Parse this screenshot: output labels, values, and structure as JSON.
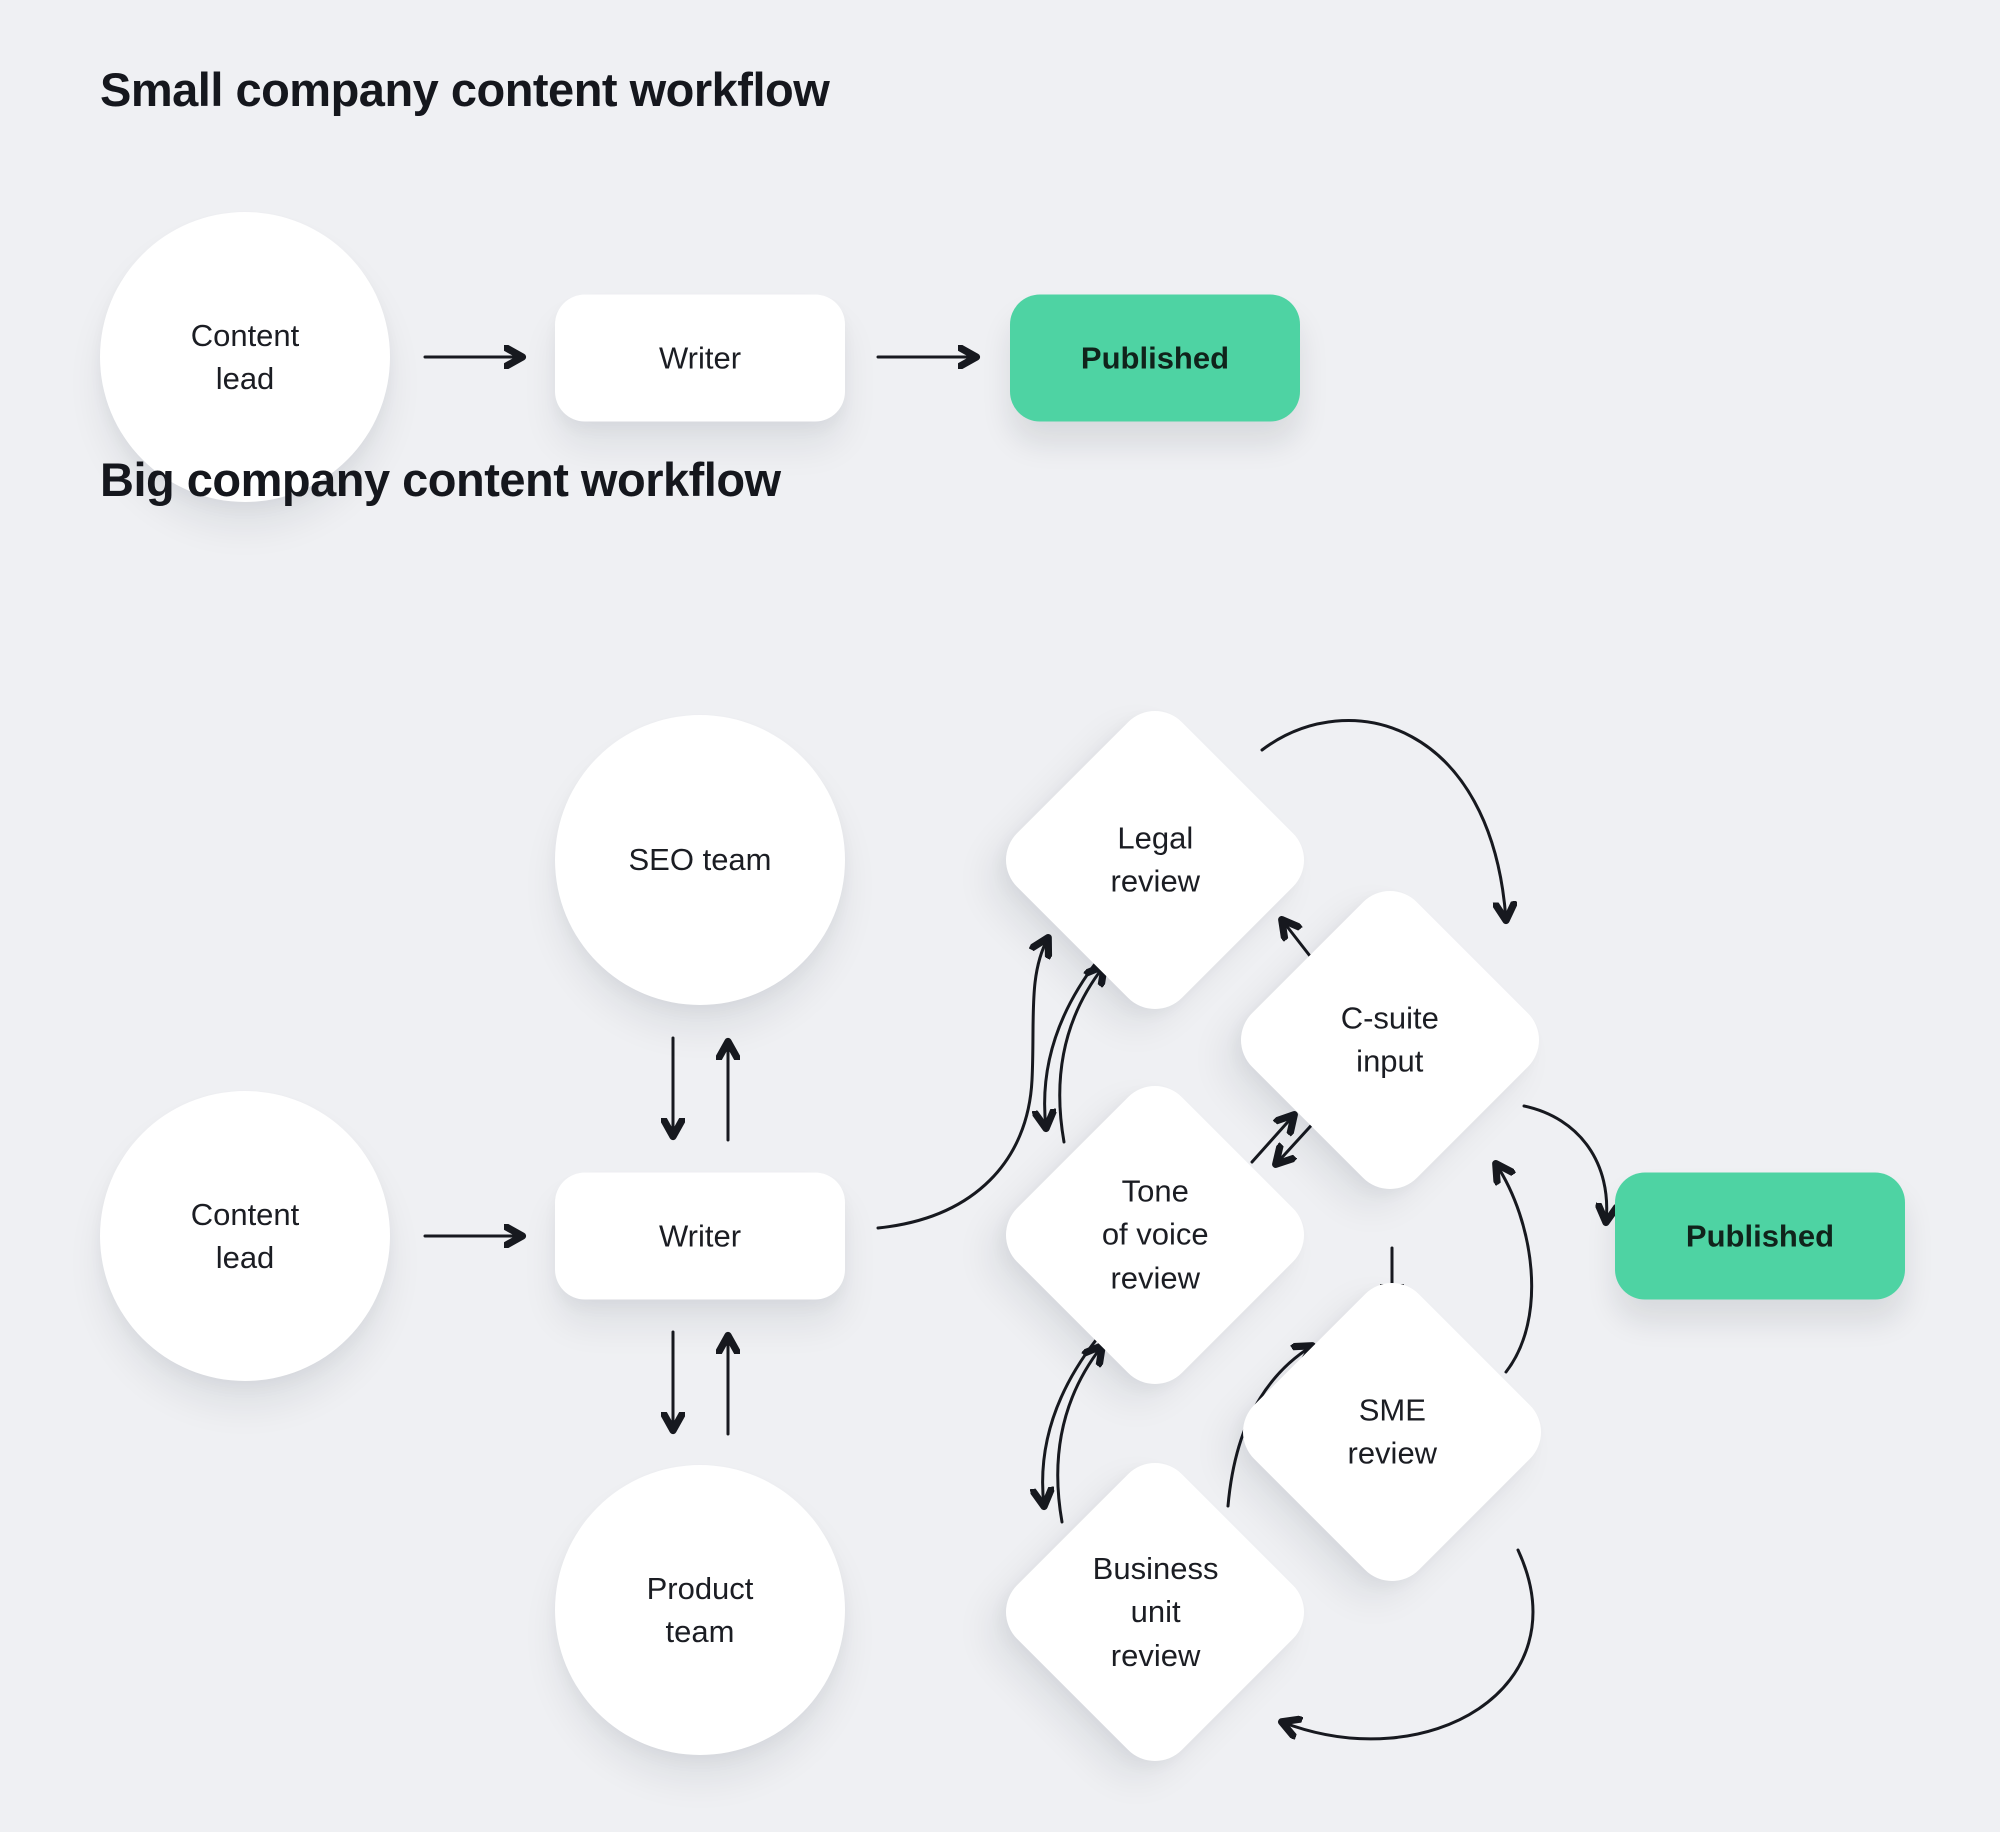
{
  "colors": {
    "background": "#eff0f3",
    "node_fill": "#ffffff",
    "published_fill": "#4ed3a3",
    "arrow": "#17191f",
    "text": "#1b1d23"
  },
  "small_workflow": {
    "title": "Small company content workflow",
    "content_lead": "Content\nlead",
    "writer": "Writer",
    "published": "Published"
  },
  "big_workflow": {
    "title": "Big company content workflow",
    "seo_team": "SEO team",
    "content_lead": "Content\nlead",
    "writer": "Writer",
    "product_team": "Product\nteam",
    "legal_review": "Legal\nreview",
    "c_suite_input": "C-suite\ninput",
    "tone_of_voice_review": "Tone\nof voice\nreview",
    "sme_review": "SME\nreview",
    "business_unit_review": "Business\nunit\nreview",
    "published": "Published"
  }
}
